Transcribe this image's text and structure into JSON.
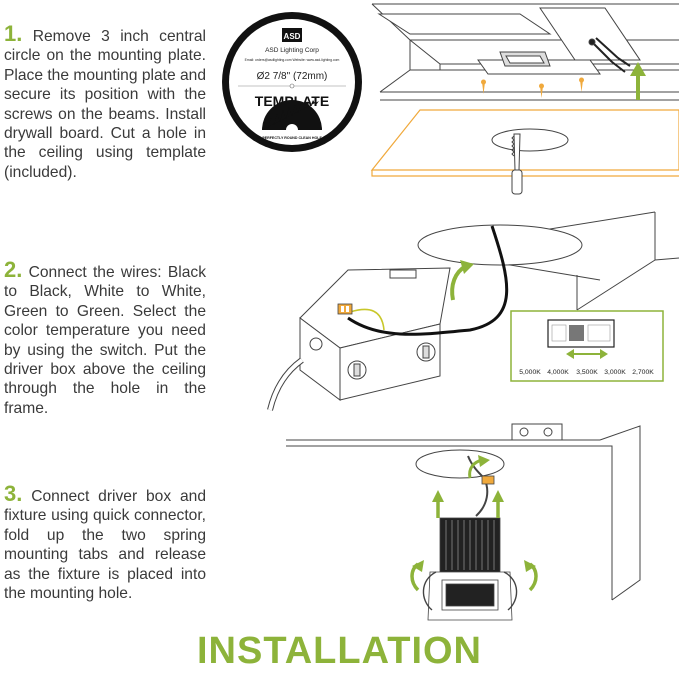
{
  "steps": [
    {
      "number": "1.",
      "text": "Remove 3 inch central circle on the mounting plate. Place the mounting plate and secure its position with the screws on the beams. Install drywall board. Cut a hole in the ceiling using template (included)."
    },
    {
      "number": "2.",
      "text": "Connect the wires: Black to Black, White to White, Green to Green. Select the color temperature you need by using the switch. Put the driver box above the ceiling through the hole in the frame."
    },
    {
      "number": "3.",
      "text": "Connect driver box and fixture using quick connector, fold up the two spring mounting tabs and release as the fixture is placed into the mounting hole."
    }
  ],
  "template_badge": {
    "logo": "ASD",
    "company": "ASD Lighting Corp",
    "contact": "Email: orders@asdlighting.com   Website: www.asd-lighting.com",
    "size": "Ø2 7/8\" (72mm)",
    "label": "TEMPLATE",
    "footer": "FOR PERFECTLY ROUND CLEAN HOLE CUT"
  },
  "switch_options": [
    "5,000K",
    "4,000K",
    "3,500K",
    "3,000K",
    "2,700K"
  ],
  "colors": {
    "accent": "#8db33a",
    "orange": "#f0a93c",
    "text": "#3a3a3a"
  },
  "footer_title": "INSTALLATION"
}
